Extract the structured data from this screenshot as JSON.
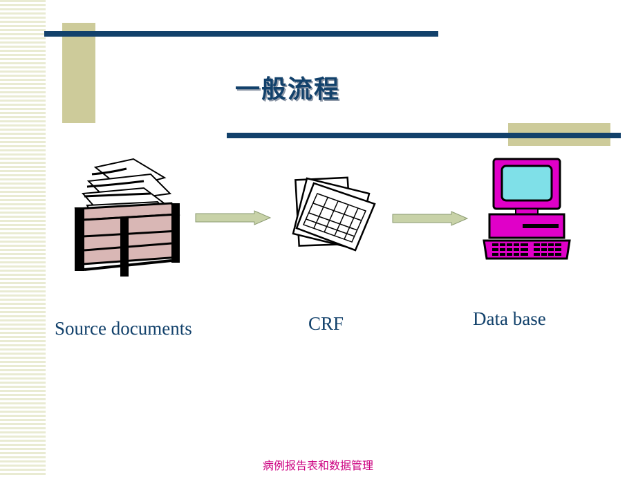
{
  "slide": {
    "title": "一般流程",
    "footer": "病例报告表和数据管理"
  },
  "flow": {
    "steps": [
      {
        "label": "Source documents",
        "icon": "document-tray-icon"
      },
      {
        "label": "CRF",
        "icon": "crf-form-icon"
      },
      {
        "label": "Data base",
        "icon": "computer-icon"
      }
    ]
  },
  "colors": {
    "bar": "#12416b",
    "accent_block": "#cdcb9a",
    "stripe": "#e9ebd2",
    "monitor": "#e000c8",
    "screen": "#7fe0e8",
    "arrow": "#c8d2a8",
    "footer_text": "#cc0080"
  }
}
